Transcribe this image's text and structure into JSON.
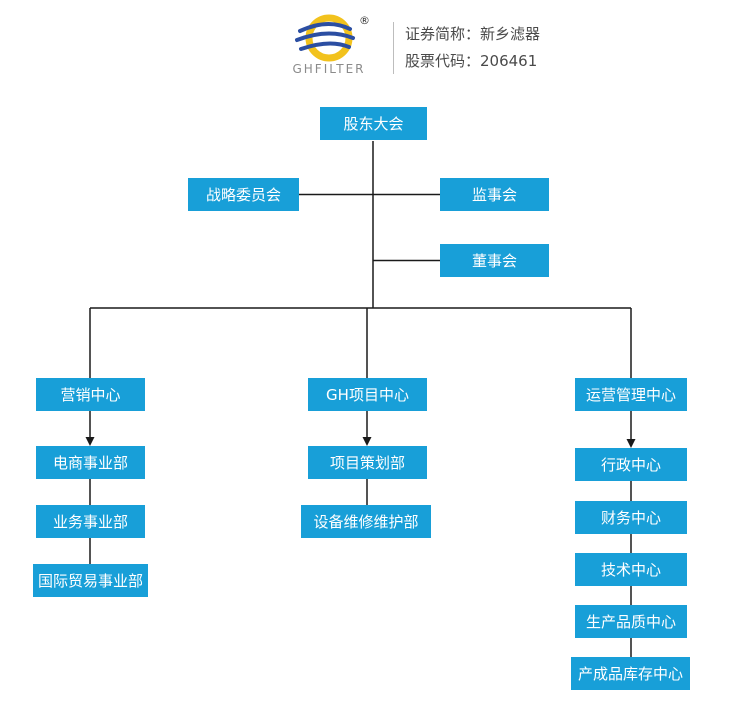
{
  "header": {
    "logo_text": "GHFILTER",
    "registered_mark": "®",
    "stock_name_line": "证券简称：新乡滤器",
    "stock_code_line": "股票代码：206461"
  },
  "chart": {
    "type": "org-chart",
    "nodes": {
      "shareholders_meeting": "股东大会",
      "strategy_committee": "战略委员会",
      "supervisory_board": "监事会",
      "board_of_directors": "董事会",
      "marketing_center": "营销中心",
      "gh_project_center": "GH项目中心",
      "operations_center": "运营管理中心",
      "ecommerce_division": "电商事业部",
      "business_division": "业务事业部",
      "intl_trade_division": "国际贸易事业部",
      "project_planning_dept": "项目策划部",
      "equipment_maintenance_dept": "设备维修维护部",
      "admin_center": "行政中心",
      "finance_center": "财务中心",
      "technology_center": "技术中心",
      "production_quality_center": "生产品质中心",
      "finished_goods_inventory_center": "产成品库存中心"
    },
    "hierarchy": [
      {
        "parent": "股东大会",
        "children": [
          "战略委员会",
          "监事会",
          "董事会"
        ]
      },
      {
        "parent": "董事会",
        "children": [
          "营销中心",
          "GH项目中心",
          "运营管理中心"
        ]
      },
      {
        "parent": "营销中心",
        "children": [
          "电商事业部",
          "业务事业部",
          "国际贸易事业部"
        ]
      },
      {
        "parent": "GH项目中心",
        "children": [
          "项目策划部",
          "设备维修维护部"
        ]
      },
      {
        "parent": "运营管理中心",
        "children": [
          "行政中心",
          "财务中心",
          "技术中心",
          "生产品质中心",
          "产成品库存中心"
        ]
      }
    ],
    "colors": {
      "node_fill": "#189FD8",
      "node_text": "#FFFFFF",
      "connector": "#1A1A1A",
      "logo_gold": "#F2C21D",
      "logo_blue": "#2B4EA2"
    }
  }
}
